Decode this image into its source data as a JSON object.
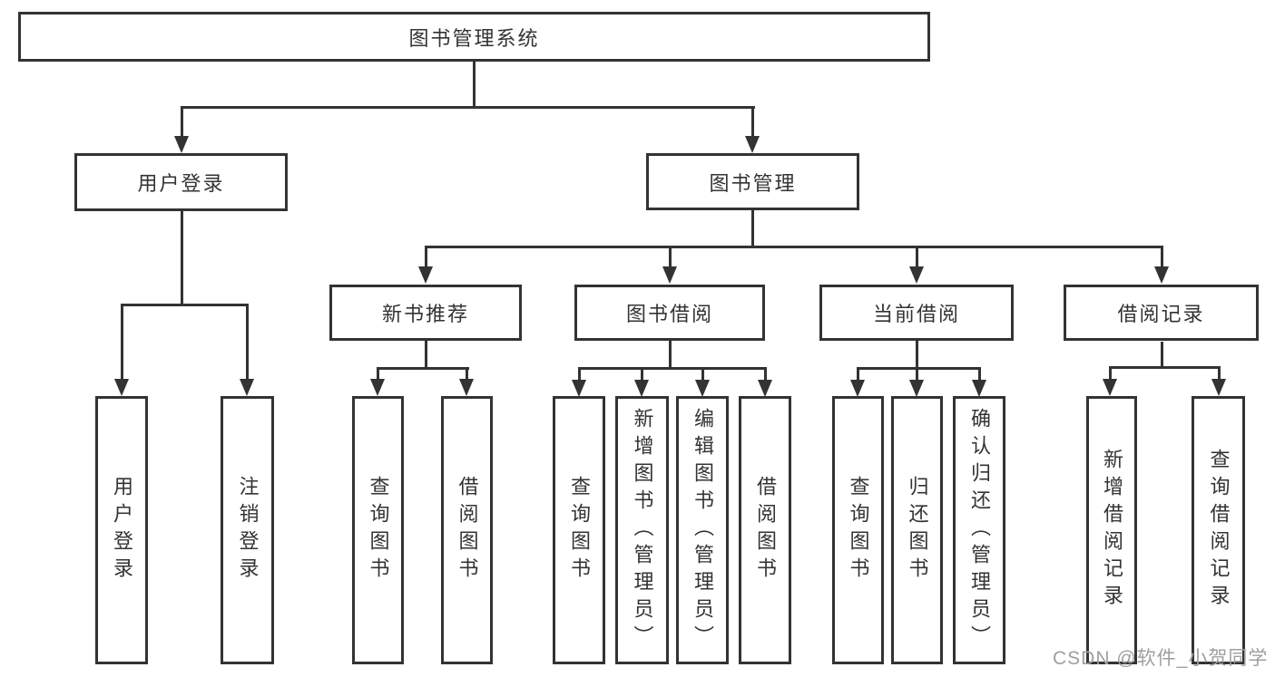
{
  "colors": {
    "line": "#333333",
    "text": "#333333",
    "background": "#ffffff",
    "watermark": "#9f9f9f"
  },
  "watermark": {
    "text": "CSDN @软件_小贺同学"
  },
  "tree": {
    "label": "图书管理系统",
    "children": [
      {
        "label": "用户登录",
        "children": [
          {
            "label": "用户登录"
          },
          {
            "label": "注销登录"
          }
        ]
      },
      {
        "label": "图书管理",
        "children": [
          {
            "label": "新书推荐",
            "children": [
              {
                "label": "查询图书"
              },
              {
                "label": "借阅图书"
              }
            ]
          },
          {
            "label": "图书借阅",
            "children": [
              {
                "label": "查询图书"
              },
              {
                "label": "新增图书（管理员）"
              },
              {
                "label": "编辑图书（管理员）"
              },
              {
                "label": "借阅图书"
              }
            ]
          },
          {
            "label": "当前借阅",
            "children": [
              {
                "label": "查询图书"
              },
              {
                "label": "归还图书"
              },
              {
                "label": "确认归还（管理员）"
              }
            ]
          },
          {
            "label": "借阅记录",
            "children": [
              {
                "label": "新增借阅记录"
              },
              {
                "label": "查询借阅记录"
              }
            ]
          }
        ]
      }
    ]
  }
}
